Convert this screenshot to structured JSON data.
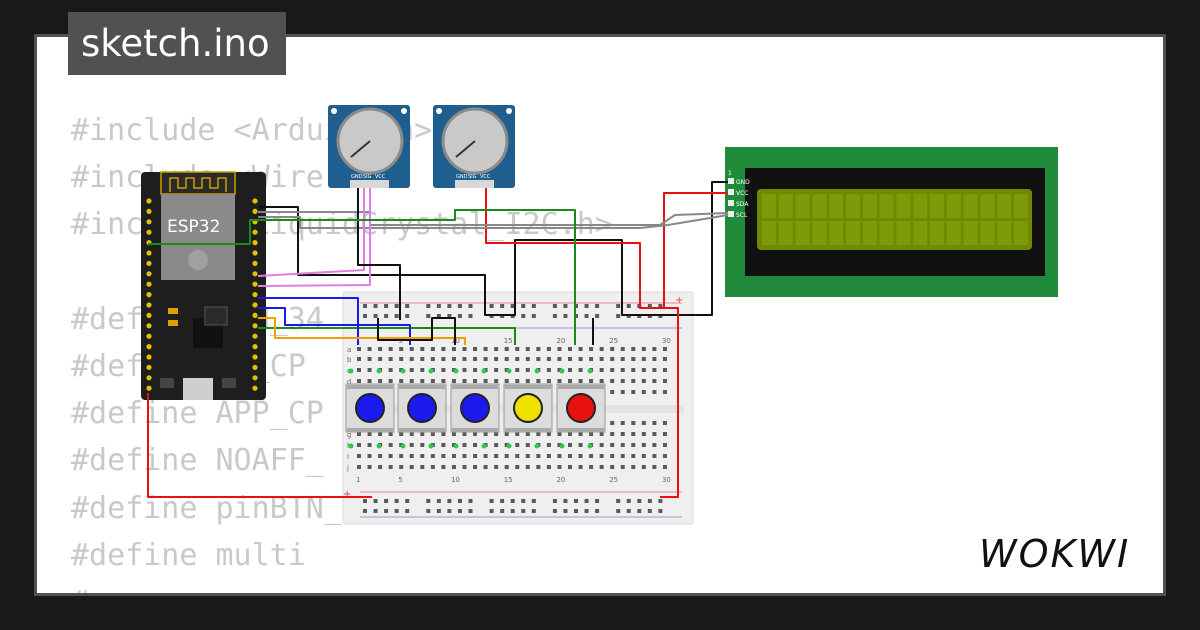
{
  "window": {
    "file_name": "sketch.ino",
    "brand_name": "WOKWI"
  },
  "code_lines": [
    "#include <Arduino.h>",
    "#include <Wire.h>",
    "#include <LiquidCrystal_I2C.h>",
    "",
    "#define BTN_34",
    "#define IO_CP",
    "#define APP_CP",
    "#define NOAFF_",
    "#define pinBTN_",
    "#define multi",
    "#"
  ],
  "circuit": {
    "mcu_label": "ESP32",
    "pot_pin_labels": [
      "GND",
      "SIG",
      "VCC"
    ],
    "lcd_pin_labels": [
      "GND",
      "VCC",
      "SDA",
      "SCL"
    ],
    "lcd_pin1_label": "1",
    "breadboard_rows": [
      "a",
      "b",
      "c",
      "d",
      "e",
      "f",
      "g",
      "h",
      "i",
      "j"
    ],
    "breadboard_columns": [
      "1",
      "5",
      "10",
      "15",
      "20",
      "25",
      "30"
    ],
    "rail_sign": "+",
    "buttons": [
      {
        "name": "button-1",
        "color": "#1a1aee"
      },
      {
        "name": "button-2",
        "color": "#1a1aee"
      },
      {
        "name": "button-3",
        "color": "#1a1aee"
      },
      {
        "name": "button-4",
        "color": "#f0e000"
      },
      {
        "name": "button-5",
        "color": "#e81010"
      }
    ]
  },
  "colors": {
    "background": "#191919",
    "card_border": "#515151",
    "code_text": "#c9c9c9",
    "lcd_board": "#1e8a3a",
    "lcd_screen": "#6f8a00",
    "mcu_board": "#1e1e1e",
    "pot_board": "#1e5f8f"
  }
}
